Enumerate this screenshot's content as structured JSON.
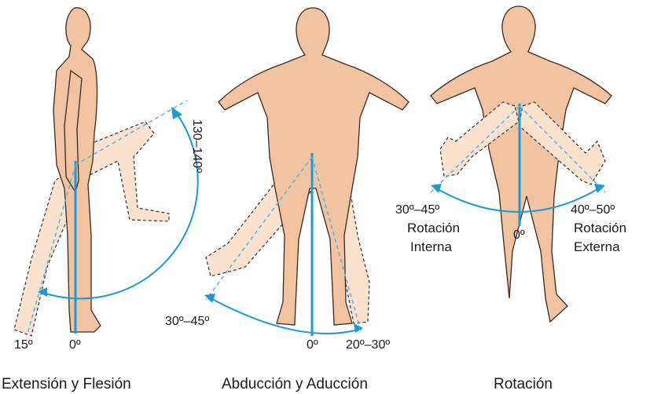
{
  "figures": [
    {
      "caption": "Extensión y Flesión",
      "labels": {
        "back": "15º",
        "zero": "0º",
        "range": "130–140º"
      }
    },
    {
      "caption": "Abducción y Aducción",
      "labels": {
        "abduction": "30º–45º",
        "zero": "0º",
        "adduction": "20º–30º"
      }
    },
    {
      "caption": "Rotación",
      "labels": {
        "internal_deg": "30º–45º",
        "internal_line1": "Rotación",
        "internal_line2": "Interna",
        "zero": "0º",
        "external_deg": "40º–50º",
        "external_line1": "Rotación",
        "external_line2": "Externa"
      }
    }
  ],
  "colors": {
    "skin": "#f2c3a0",
    "ghost_limb": "#fbe2cf",
    "axis_blue": "#1a9ad6",
    "arc_blue": "#1a9ad6"
  }
}
